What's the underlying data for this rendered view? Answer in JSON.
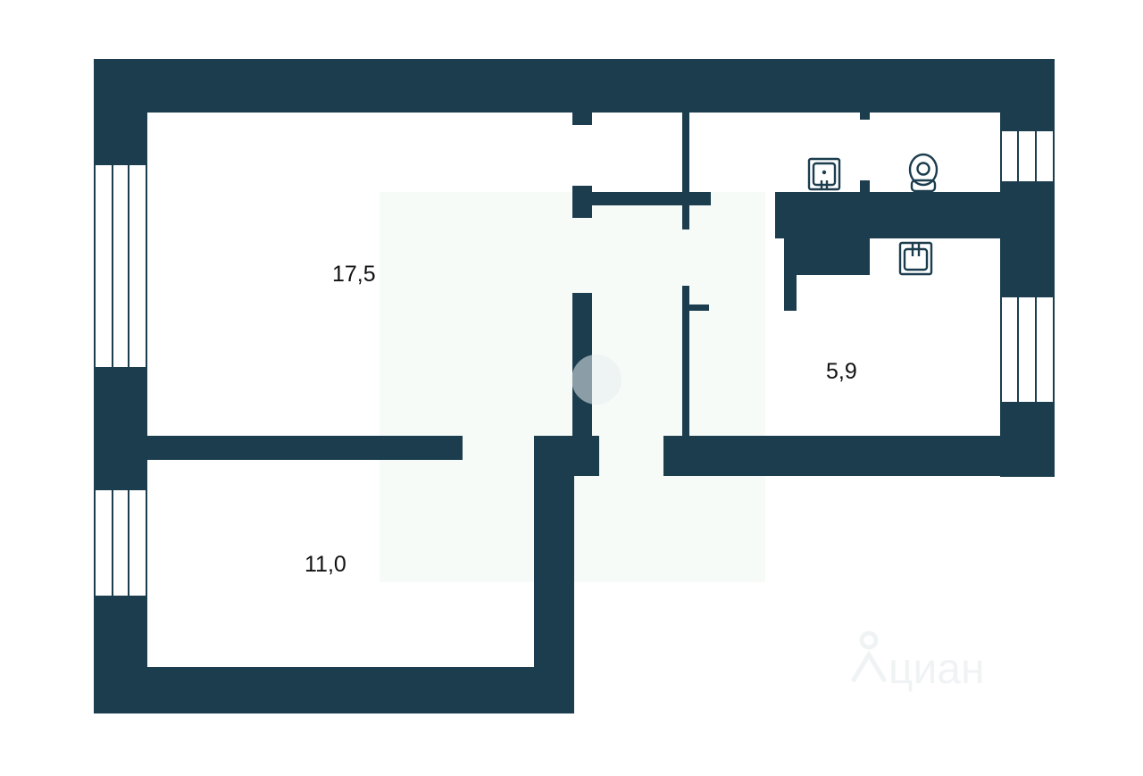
{
  "plan": {
    "wall_color": "#1b3d4e",
    "rooms": [
      {
        "id": "room-1",
        "area": "17,5"
      },
      {
        "id": "room-2",
        "area": "11,0"
      },
      {
        "id": "room-3",
        "area": "5,9"
      }
    ],
    "fixtures": [
      "sink-icon",
      "toilet-icon",
      "stove-icon"
    ]
  },
  "watermark": {
    "brand": "циан"
  }
}
